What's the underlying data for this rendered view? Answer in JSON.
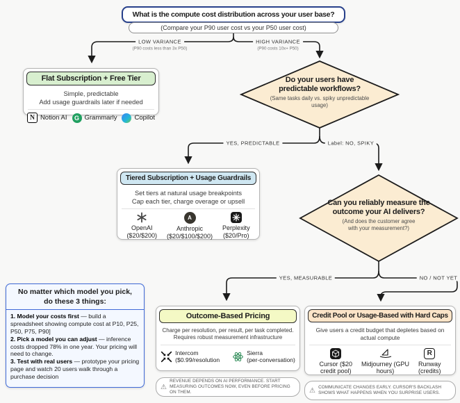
{
  "root": {
    "question": "What is the compute cost distribution across your user base?",
    "hint": "(Compare your P90 user cost vs your P50 user cost)"
  },
  "edges": {
    "low_variance": {
      "label": "LOW VARIANCE",
      "sub": "(P90 costs less than 3x P50)"
    },
    "high_variance": {
      "label": "HIGH VARIANCE",
      "sub": "(P90 costs 10x+ P50)"
    },
    "yes_predictable": "YES, PREDICTABLE",
    "no_spiky": "Label: NO, SPIKY",
    "yes_measurable": "YES, MEASURABLE",
    "no_not_yet": "NO / NOT YET"
  },
  "flat": {
    "title": "Flat Subscription + Free Tier",
    "line1": "Simple, predictable",
    "line2": "Add usage guardrails later if needed",
    "logos": [
      {
        "name": "Notion AI",
        "icon": "notion-icon",
        "glyph": "N"
      },
      {
        "name": "Grammarly",
        "icon": "grammarly-icon",
        "glyph": "G"
      },
      {
        "name": "Copilot",
        "icon": "copilot-icon"
      }
    ]
  },
  "diamond_workflows": {
    "q1": "Do your users have",
    "q2": "predictable workflows?",
    "sub": "(Same tasks daily vs. spiky unpredictable usage)"
  },
  "tiered": {
    "title": "Tiered Subscription + Usage Guardrails",
    "line1": "Set tiers at natural usage breakpoints",
    "line2": "Cap each tier, charge overage or upsell",
    "logos": [
      {
        "name": "OpenAI",
        "price": "($20/$200)",
        "icon": "openai-icon"
      },
      {
        "name": "Anthropic",
        "price": "($20/$100/$200)",
        "icon": "anthropic-icon",
        "glyph": "A"
      },
      {
        "name": "Perplexity",
        "price": "($20/Pro)",
        "icon": "perplexity-icon"
      }
    ]
  },
  "diamond_measure": {
    "q1": "Can you reliably measure the",
    "q2": "outcome your AI delivers?",
    "sub1": "(And does the customer agree",
    "sub2": "with your measurement?)"
  },
  "advice": {
    "title1": "No matter which model you pick,",
    "title2": "do these 3 things:",
    "items": [
      {
        "lead": "1. Model your costs first",
        "rest": " — build a spreadsheet showing compute cost at P10, P25, P50, P75, P90]"
      },
      {
        "lead": "2. Pick a model you can adjust",
        "rest": " — inference costs dropped 78% in one year. Your pricing will need to change."
      },
      {
        "lead": "3. Test with real users",
        "rest": " — prototype your pricing page and watch 20 users walk through a purchase decision"
      }
    ]
  },
  "outcome": {
    "title": "Outcome-Based Pricing",
    "line1": "Charge per resolution, per result, per task completed.",
    "line2": "Requires robust measurement infrastructure",
    "logos": [
      {
        "name": "Intercom",
        "price": "($0.99/resolution",
        "icon": "intercom-icon"
      },
      {
        "name": "Sierra",
        "price": "(per-conversation)",
        "icon": "sierra-icon"
      }
    ],
    "footnote": "REVENUE DEPENDS ON AI PERFORMANCE. START MEASURING OUTCOMES NOW, EVEN BEFORE PRICING ON THEM."
  },
  "credit": {
    "title": "Credit Pool or Usage-Based with Hard Caps",
    "line1": "Give users a credit budget that depletes based on",
    "line2": "actual compute",
    "logos": [
      {
        "cap1": "Cursor ($20",
        "cap2": "credit pool)",
        "icon": "cursor-icon"
      },
      {
        "cap1": "Midjourney (GPU",
        "cap2": "hours)",
        "icon": "midjourney-icon"
      },
      {
        "cap1": "Runway",
        "cap2": "(credits)",
        "icon": "runway-icon",
        "glyph": "R"
      }
    ],
    "footnote": "COMMUNICATE CHANGES EARLY. CURSOR'S BACKLASH SHOWS WHAT HAPPENS WHEN YOU SURPRISE USERS."
  },
  "colors": {
    "flat_header": "#d8efcf",
    "tiered_header": "#cfe7f2",
    "outcome_header": "#f4f9c5",
    "credit_header": "#fce4c8",
    "diamond_fill": "#fbecd2",
    "advice_border": "#3f6ad8",
    "root_border": "#27408b"
  }
}
